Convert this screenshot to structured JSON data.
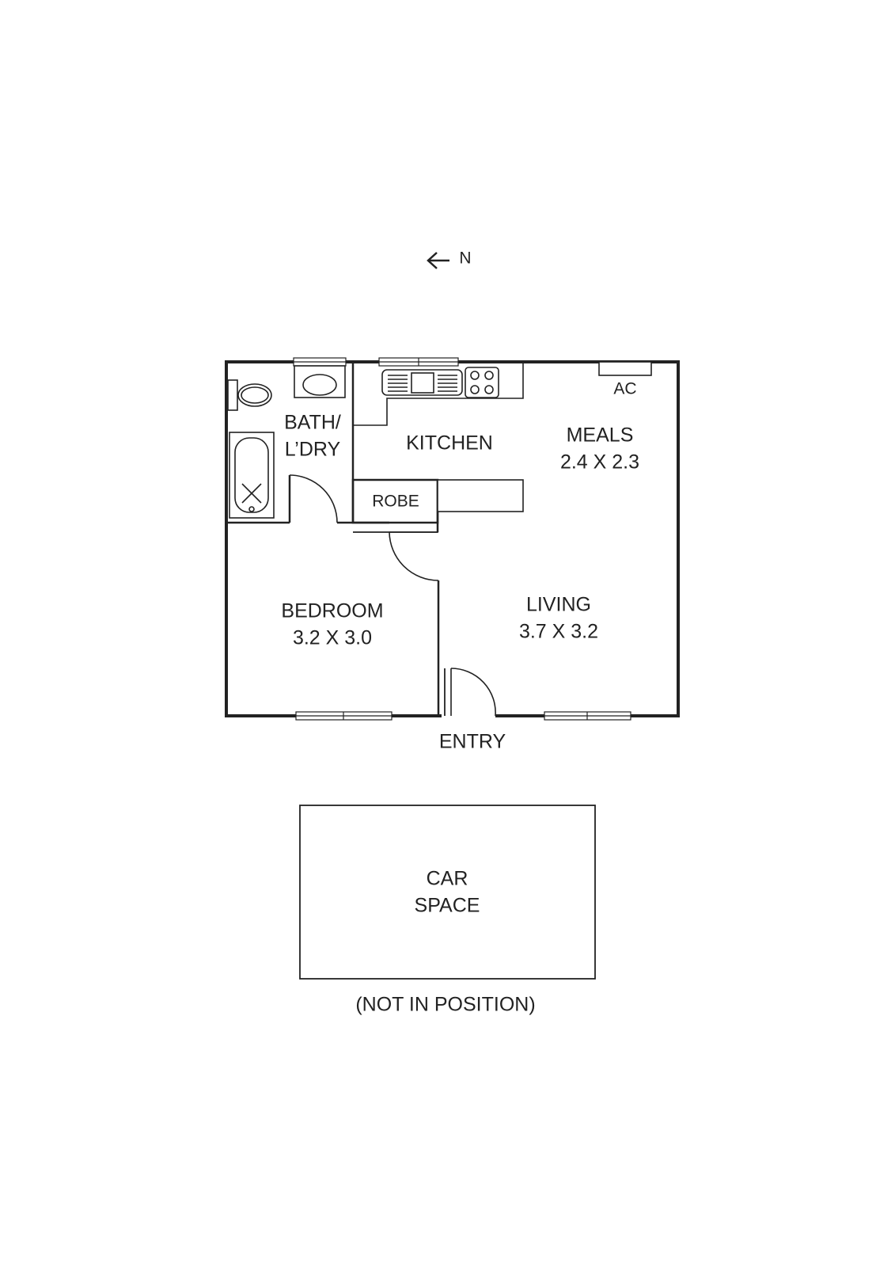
{
  "compass": {
    "arrow_icon": "arrow-left-icon",
    "label": "N"
  },
  "rooms": {
    "bath": {
      "line1": "BATH/",
      "line2": "L’DRY"
    },
    "kitchen": {
      "name": "KITCHEN"
    },
    "meals": {
      "name": "MEALS",
      "size": "2.4 X 2.3"
    },
    "ac": {
      "label": "AC"
    },
    "robe": {
      "name": "ROBE"
    },
    "bedroom": {
      "name": "BEDROOM",
      "size": "3.2 X 3.0"
    },
    "living": {
      "name": "LIVING",
      "size": "3.7 X 3.2"
    }
  },
  "entry": {
    "label": "ENTRY"
  },
  "car_space": {
    "line1": "CAR",
    "line2": "SPACE",
    "note": "(NOT IN POSITION)"
  },
  "colors": {
    "ink": "#222222",
    "background": "#ffffff"
  }
}
